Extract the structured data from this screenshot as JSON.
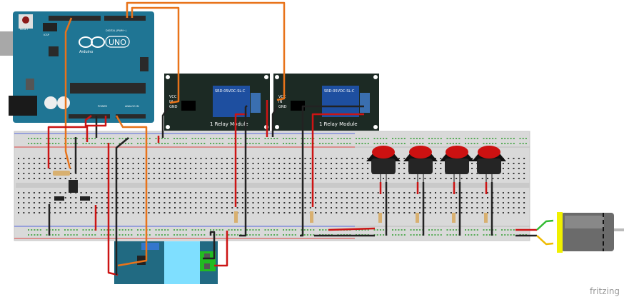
{
  "arduino": {
    "model": "UNO",
    "brand": "Arduino",
    "reset_label": "RESET",
    "icsp_label": "ICSP",
    "digital_label": "DIGITAL (PWM~)",
    "power_label": "POWER",
    "analog_label": "ANALOG IN",
    "color": "#1f7594"
  },
  "relays": [
    {
      "title": "1 Relay Module",
      "part": "SRD-05VDC-SL-C",
      "pins": [
        "VCC",
        "IN",
        "GND"
      ]
    },
    {
      "title": "1 Relay Module",
      "part": "SRD-05VDC-SL-C",
      "pins": [
        "VCC",
        "IN",
        "GND"
      ]
    }
  ],
  "buttons": {
    "count": 4,
    "color": "#cc1111"
  },
  "motor": {
    "color": "#6b6b6b"
  },
  "watermark": "fritzing",
  "colors": {
    "wire_red": "#cc1414",
    "wire_black": "#222222",
    "wire_orange": "#e8731a",
    "breadboard": "#d9d9d9"
  }
}
